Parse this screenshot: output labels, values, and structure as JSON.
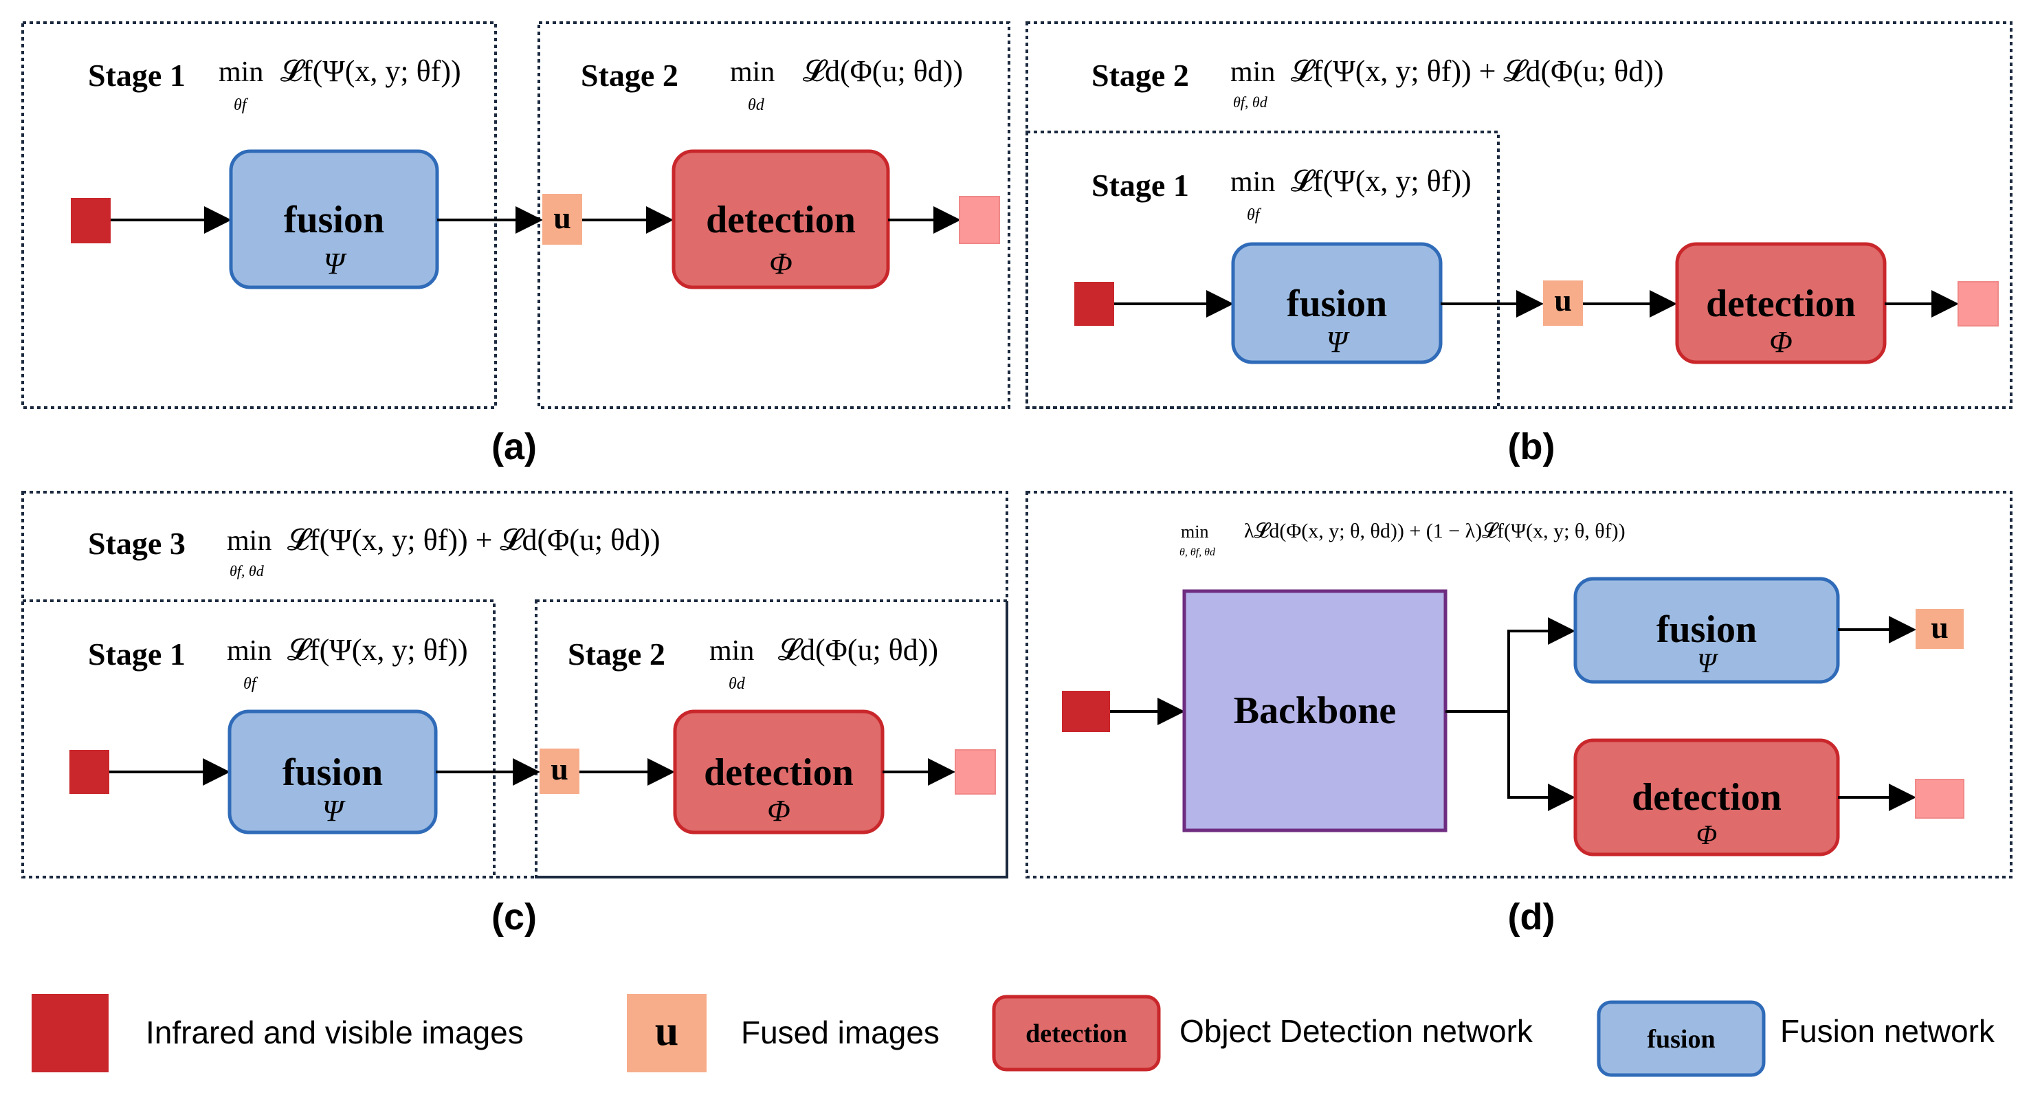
{
  "panels": {
    "a": {
      "caption": "(a)",
      "stage1": {
        "label": "Stage 1",
        "formula": {
          "min": "min",
          "sub": "θf",
          "expr": "𝓛f(Ψ(x, y; θf))"
        }
      },
      "stage2": {
        "label": "Stage 2",
        "formula": {
          "min": "min",
          "sub": "θd",
          "expr": "𝓛d(Φ(u; θd))"
        }
      }
    },
    "b": {
      "caption": "(b)",
      "stage2": {
        "label": "Stage 2",
        "formula": {
          "min": "min",
          "sub": "θf, θd",
          "expr": "𝓛f(Ψ(x, y; θf)) + 𝓛d(Φ(u; θd))"
        }
      },
      "stage1": {
        "label": "Stage 1",
        "formula": {
          "min": "min",
          "sub": "θf",
          "expr": "𝓛f(Ψ(x, y; θf))"
        }
      }
    },
    "c": {
      "caption": "(c)",
      "stage3": {
        "label": "Stage 3",
        "formula": {
          "min": "min",
          "sub": "θf, θd",
          "expr": "𝓛f(Ψ(x, y; θf)) + 𝓛d(Φ(u; θd))"
        }
      },
      "stage1": {
        "label": "Stage 1",
        "formula": {
          "min": "min",
          "sub": "θf",
          "expr": "𝓛f(Ψ(x, y; θf))"
        }
      },
      "stage2": {
        "label": "Stage 2",
        "formula": {
          "min": "min",
          "sub": "θd",
          "expr": "𝓛d(Φ(u; θd))"
        }
      }
    },
    "d": {
      "caption": "(d)",
      "formula": {
        "min": "min",
        "sub": "θ, θf, θd",
        "expr": "λ𝓛d(Φ(x, y; θ, θd)) + (1 − λ)𝓛f(Ψ(x, y; θ, θf))"
      },
      "backbone_label": "Backbone"
    }
  },
  "blocks": {
    "fusion": {
      "title": "fusion",
      "symbol": "Ψ"
    },
    "detection": {
      "title": "detection",
      "symbol": "Φ"
    },
    "fused_symbol": "u"
  },
  "legend": {
    "input": "Infrared and visible images",
    "fused": "Fused images",
    "fused_symbol": "u",
    "detection": "Object Detection network",
    "detection_swatch": "detection",
    "fusion": "Fusion network",
    "fusion_swatch": "fusion"
  },
  "colors": {
    "input": "#c9272b",
    "fused": "#f7ad8a",
    "output": "#fc9898",
    "fusion_fill": "#9dbbe2",
    "fusion_border": "#2f6bb8",
    "detection_fill": "#df6b6b",
    "detection_border": "#c9272b",
    "backbone_fill": "#b5b5ea",
    "backbone_border": "#6e2d80",
    "frame": "#1c2a40"
  }
}
